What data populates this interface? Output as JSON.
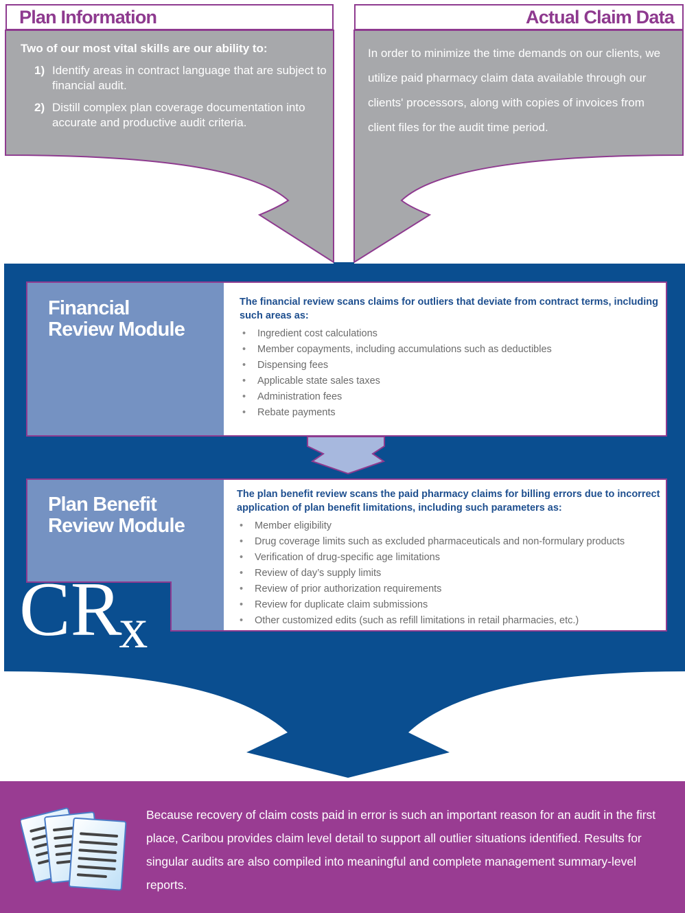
{
  "plan_info": {
    "title": "Plan Information",
    "intro": "Two of our most vital skills are our ability to:",
    "items": [
      {
        "num": "1)",
        "text": "Identify areas in contract language that are subject to financial audit."
      },
      {
        "num": "2)",
        "text": "Distill complex plan coverage documentation into accurate and productive audit criteria."
      }
    ]
  },
  "claim_data": {
    "title": "Actual Claim Data",
    "text": "In order to minimize the time demands on our clients, we utilize paid pharmacy claim data available through our clients' processors, along with copies of invoices from client files for the audit time period."
  },
  "financial_module": {
    "title_line1": "Financial",
    "title_line2": "Review Module",
    "intro": "The financial review scans claims for outliers that deviate from contract terms, including such areas as:",
    "items": [
      "Ingredient cost calculations",
      "Member copayments, including accumulations such as deductibles",
      "Dispensing fees",
      "Applicable state sales taxes",
      "Administration fees",
      "Rebate payments"
    ]
  },
  "plan_benefit_module": {
    "title_line1": "Plan Benefit",
    "title_line2": "Review Module",
    "intro": "The plan benefit review scans the paid pharmacy claims for billing errors due to incorrect application of plan benefit limitations, including such parameters as:",
    "items": [
      "Member eligibility",
      "Drug coverage limits such as excluded pharmaceuticals and non-formulary products",
      "Verification of drug-specific age limitations",
      "Review of day’s supply limits",
      "Review of prior authorization requirements",
      "Review for duplicate claim submissions",
      "Other customized edits (such as refill limitations in retail pharmacies, etc.)"
    ]
  },
  "logo": {
    "main": "CR",
    "sub": "x"
  },
  "bottom": {
    "text": "Because recovery of claim costs paid in error is such an important reason for an audit in the first place, Caribou provides claim level detail to support all outlier situations identified. Results for singular audits are also compiled into meaningful and complete management summary-level reports."
  },
  "colors": {
    "purple": "#8e3a8f",
    "gray": "#a7a8ab",
    "navy": "#0a4e90",
    "module_blue": "#7592c2",
    "bottom_purple": "#993c92"
  }
}
